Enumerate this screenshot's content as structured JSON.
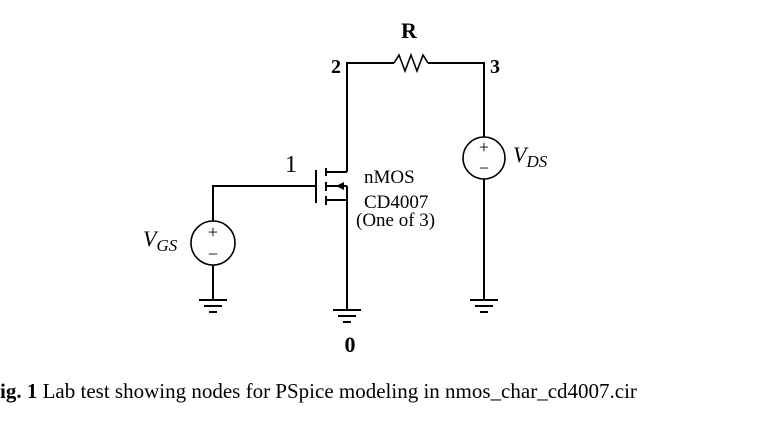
{
  "resistor": {
    "label": "R"
  },
  "nodes": {
    "n0": "0",
    "n1": "1",
    "n2": "2",
    "n3": "3"
  },
  "vgs": {
    "label_main": "V",
    "label_sub": "GS",
    "plus": "+",
    "minus": "−"
  },
  "vds": {
    "label_main": "V",
    "label_sub": "DS",
    "plus": "+",
    "minus": "−"
  },
  "transistor": {
    "line1": "nMOS",
    "line2": "CD4007",
    "line3": "(One of 3)"
  },
  "caption": {
    "bold": "ig. 1",
    "text": " Lab test showing nodes for PSpice modeling in nmos_char_cd4007.cir"
  }
}
